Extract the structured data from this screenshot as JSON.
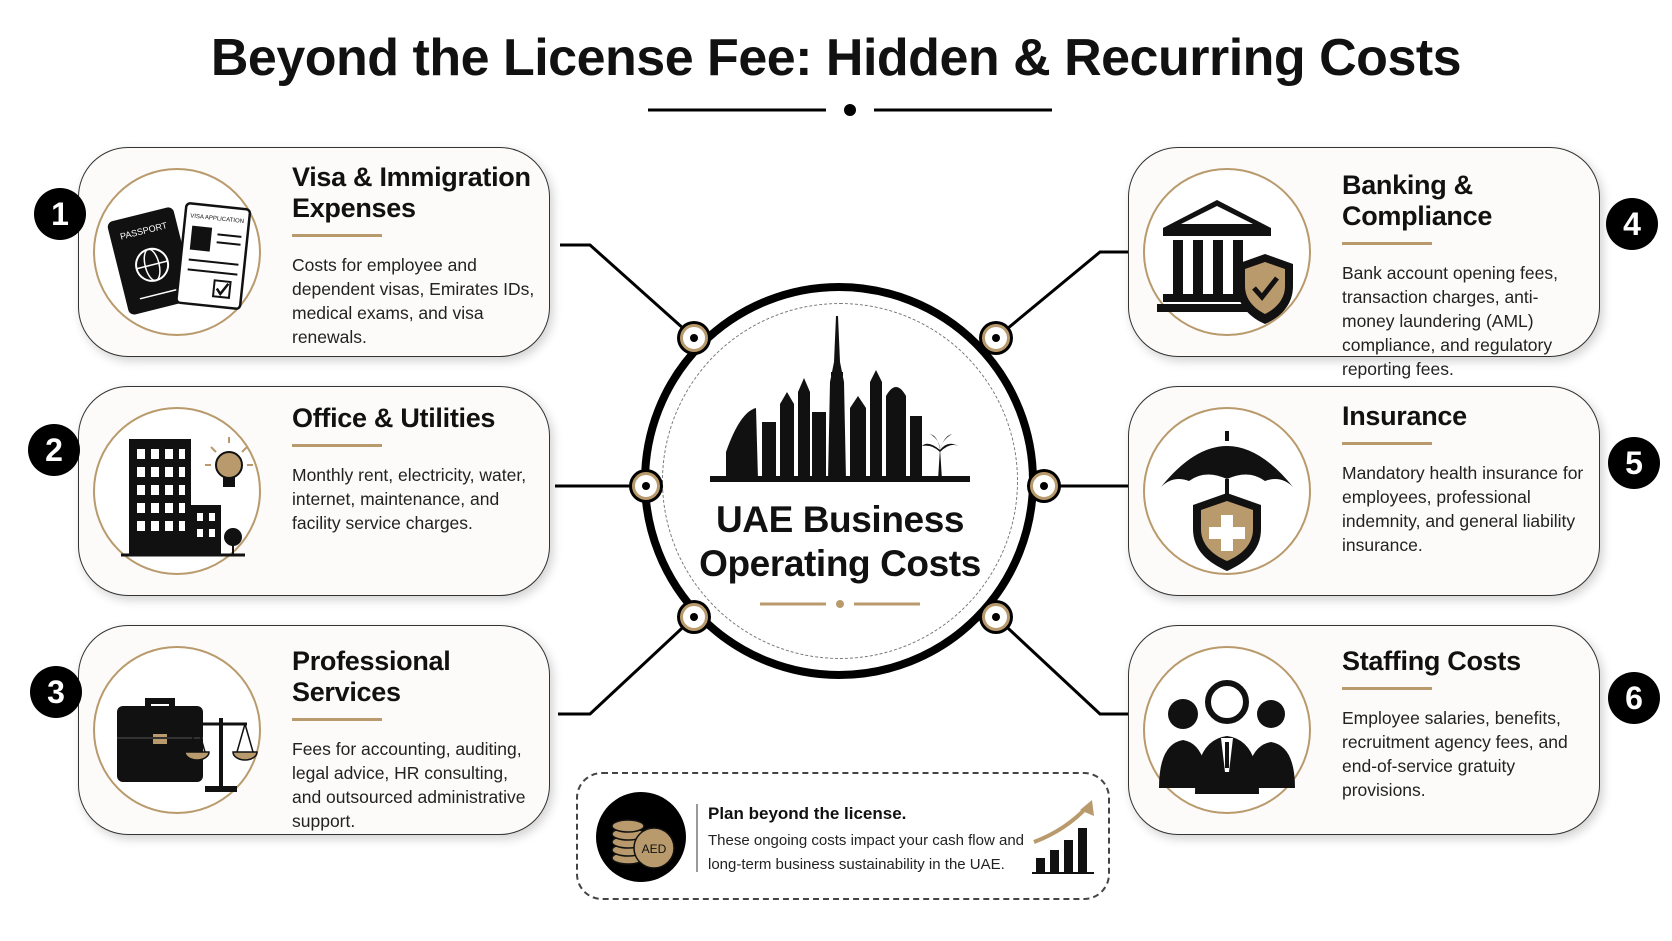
{
  "title": "Beyond the License Fee: Hidden & Recurring Costs",
  "hub": {
    "title_line1": "UAE Business",
    "title_line2": "Operating Costs"
  },
  "colors": {
    "accent": "#b99a6c",
    "ink": "#000000",
    "card_bg": "#fcfbf9"
  },
  "cards": [
    {
      "number": "1",
      "title": "Visa & Immigration Expenses",
      "description": "Costs for employee and dependent visas, Emirates IDs, medical exams, and visa renewals.",
      "icon": "passport-visa-icon",
      "icon_labels": [
        "PASSPORT",
        "VISA APPLICATION"
      ]
    },
    {
      "number": "2",
      "title": "Office & Utilities",
      "description": "Monthly rent, electricity, water, internet, maintenance, and facility service charges.",
      "icon": "office-building-icon"
    },
    {
      "number": "3",
      "title": "Professional Services",
      "description": "Fees for accounting, auditing, legal advice, HR consulting, and outsourced administrative support.",
      "icon": "briefcase-scales-icon"
    },
    {
      "number": "4",
      "title": "Banking & Compliance",
      "description": "Bank account opening fees, transaction charges, anti-money laundering (AML) compliance, and regulatory reporting fees.",
      "icon": "bank-shield-icon"
    },
    {
      "number": "5",
      "title": "Insurance",
      "description": "Mandatory health insurance for employees, professional indemnity, and general liability insurance.",
      "icon": "umbrella-shield-icon"
    },
    {
      "number": "6",
      "title": "Staffing Costs",
      "description": "Employee salaries, benefits, recruitment agency fees, and end-of-service gratuity provisions.",
      "icon": "staff-people-icon"
    }
  ],
  "banner": {
    "title": "Plan beyond the license.",
    "description": "These ongoing costs impact your cash flow and long-term business sustainability in the UAE.",
    "coin_label": "AED"
  }
}
